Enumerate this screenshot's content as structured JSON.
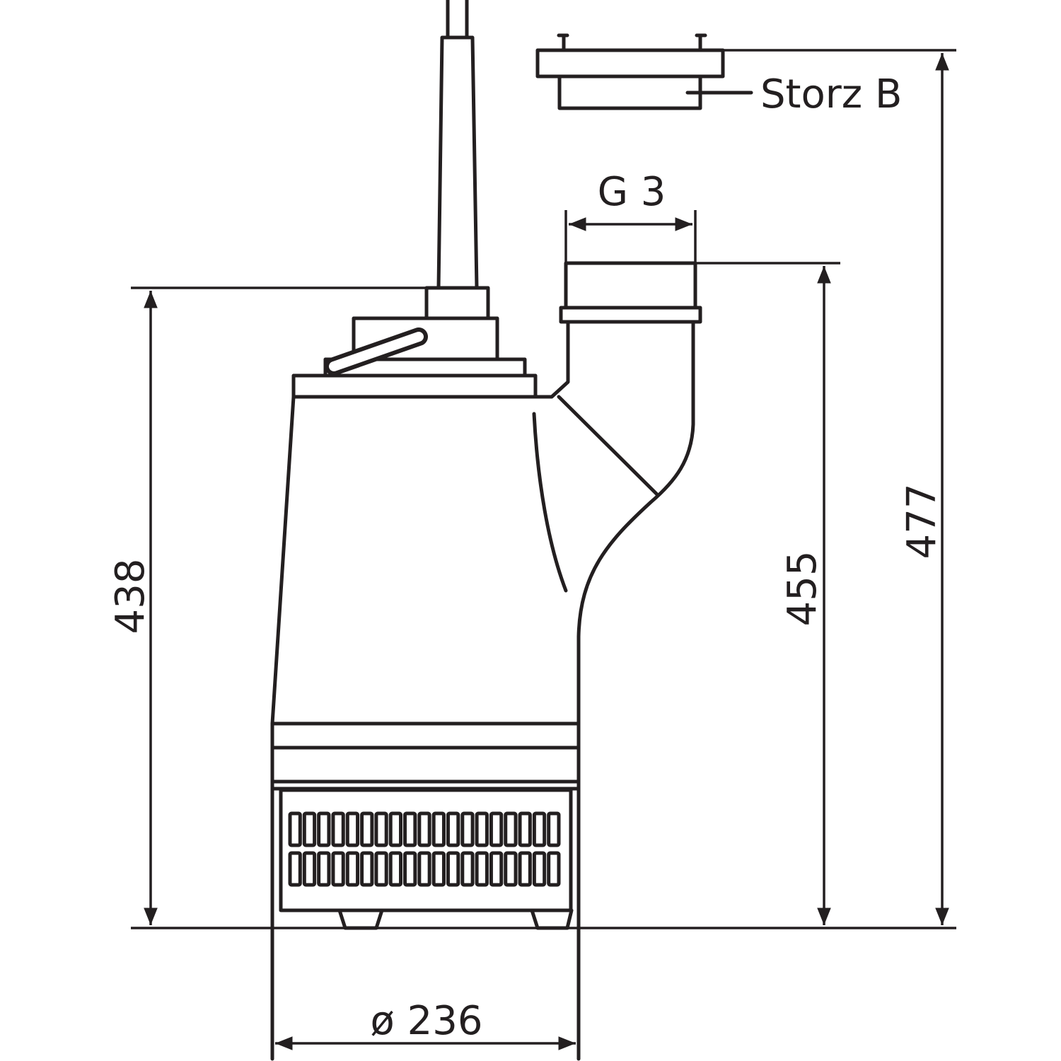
{
  "drawing": {
    "title": "Submersible pump dimension drawing",
    "line_color": "#231f20",
    "labels": {
      "storz": "Storz B",
      "thread": "G 3",
      "height_body": "438",
      "height_outlet": "455",
      "height_total": "477",
      "diameter": "ø 236"
    },
    "grille": {
      "rows": 2,
      "slots_per_row": 19
    }
  }
}
